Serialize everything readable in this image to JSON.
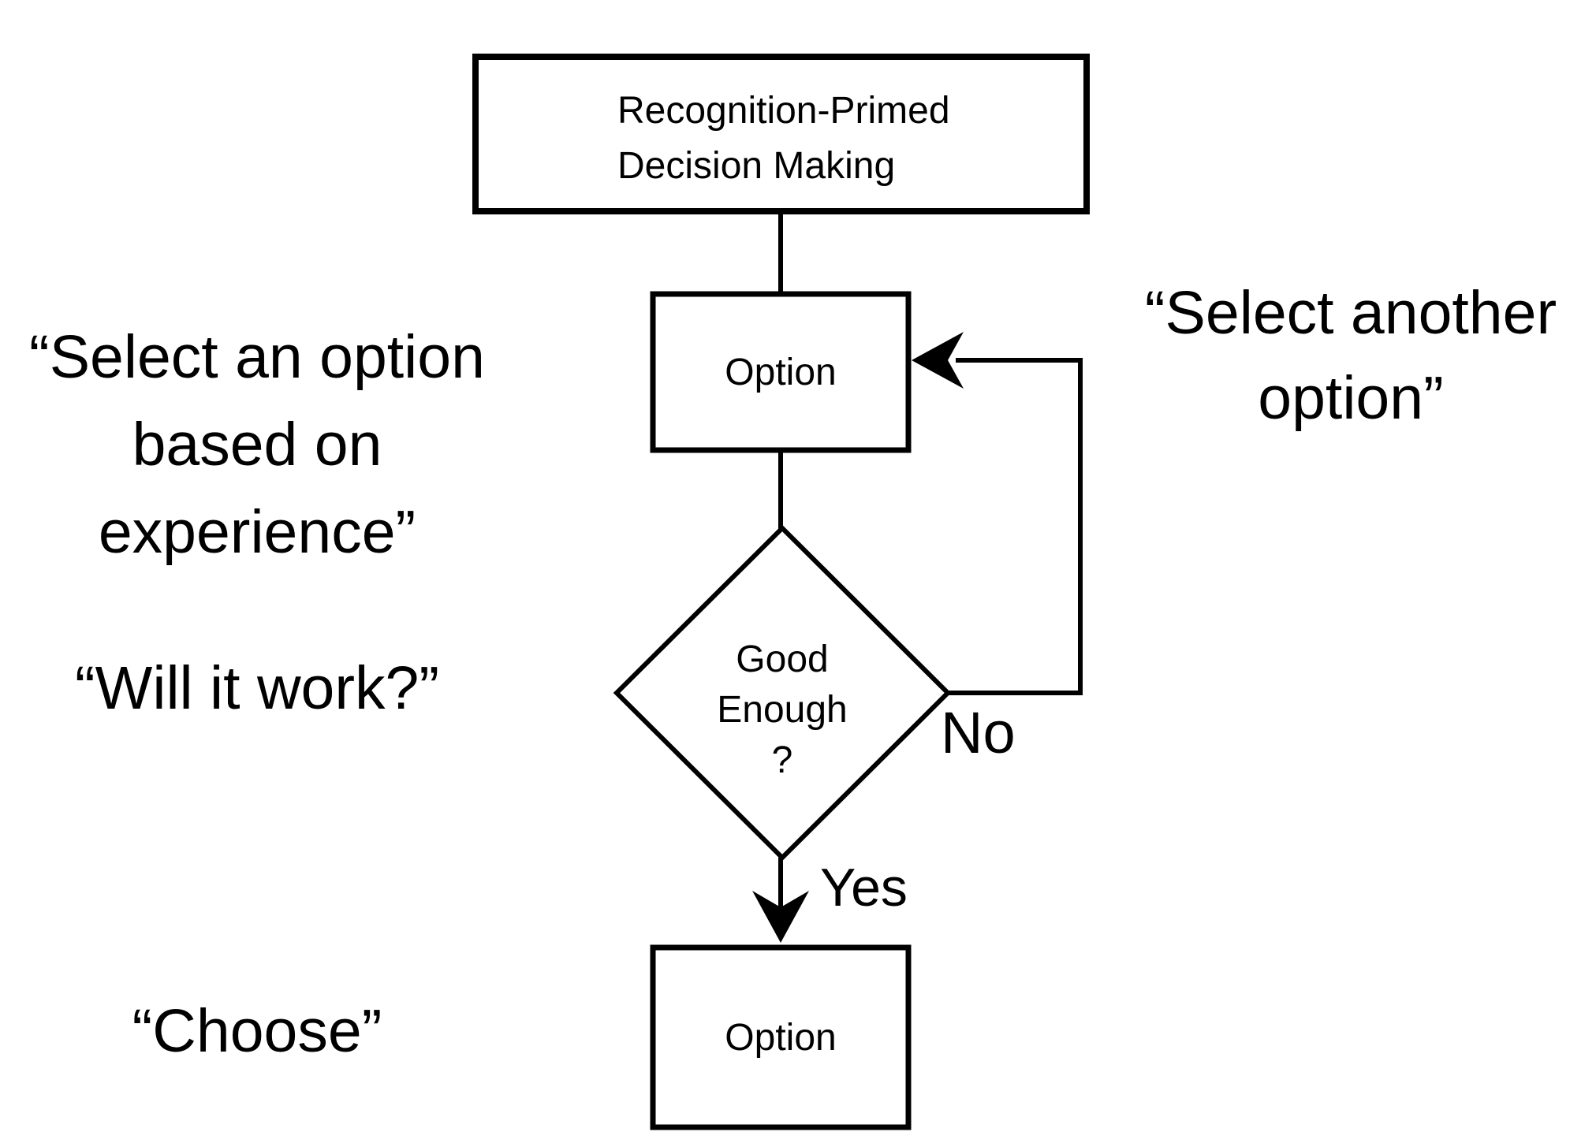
{
  "diagram": {
    "title_box": {
      "line1": "Recognition-Primed",
      "line2": "Decision Making"
    },
    "option_box_top": {
      "label": "Option"
    },
    "decision_diamond": {
      "line1": "Good",
      "line2": "Enough",
      "line3": "?"
    },
    "option_box_bottom": {
      "label": "Option"
    },
    "edge_labels": {
      "no": "No",
      "yes": "Yes"
    },
    "annotations": {
      "select_option": {
        "line1": "“Select an option",
        "line2": "based on",
        "line3": "experience”"
      },
      "will_it_work": "“Will it work?”",
      "choose": "“Choose”",
      "select_another": {
        "line1": "“Select another",
        "line2": "option”"
      }
    },
    "colors": {
      "line": "#000000",
      "background": "#ffffff",
      "text": "#000000"
    }
  }
}
